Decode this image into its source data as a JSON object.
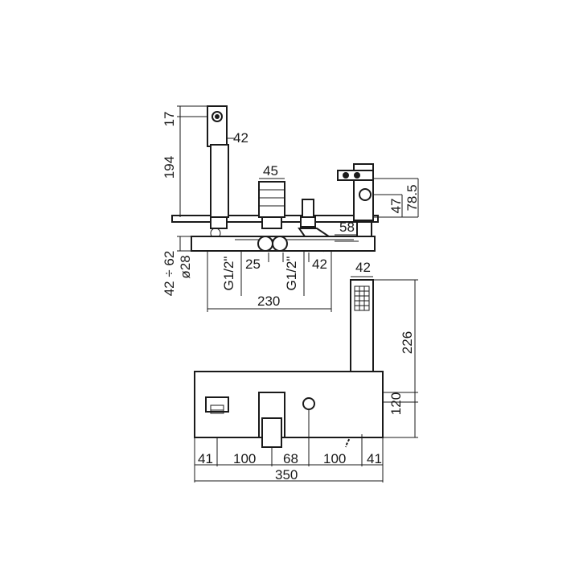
{
  "dimensions": {
    "spout_height_17": "17",
    "spout_width_42": "42",
    "spout_length_194": "194",
    "mixer_width_45": "45",
    "diverter_height_47": "47",
    "diverter_total_78_5": "78.5",
    "offset_58": "58",
    "deck_range": "42 ÷ 62",
    "pipe_diameter": "ø28",
    "thread_left": "G1/2\"",
    "thread_right": "G1/2\"",
    "spacing_25": "25",
    "spacing_42": "42",
    "width_230": "230",
    "handshower_width": "42",
    "handshower_length": "226",
    "handshower_hose": "120",
    "plan_left_41": "41",
    "plan_100_a": "100",
    "plan_68": "68",
    "plan_100_b": "100",
    "plan_right_41": "41",
    "plan_total_350": "350"
  }
}
